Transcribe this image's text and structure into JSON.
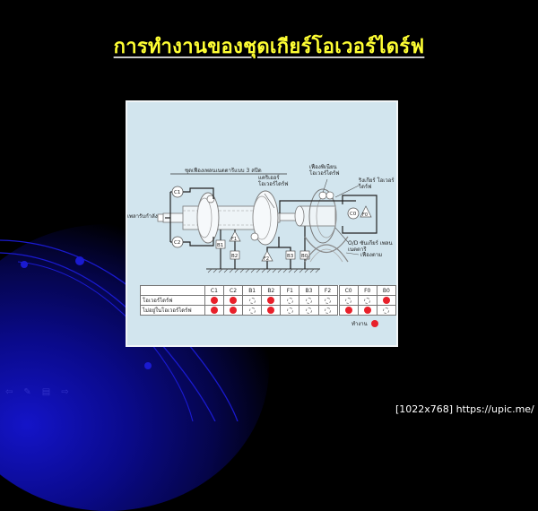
{
  "slide": {
    "title": "การทำงานของชุดเกียร์โอเวอร์ไดร์ฟ"
  },
  "diagram": {
    "labels": {
      "planetary_set": "ชุดเฟืองเพลนเนตตารีแบบ 3 สปีด",
      "input_shaft": "เพลารับกำลัง",
      "od_carrier": "แคริเออร์ โอเวอร์ไดร์ฟ",
      "od_pinion": "เฟืองพิเนียน โอเวอร์ไดร์ฟ",
      "od_ring_gear": "ริงเกียร์ โอเวอร์ไดร์ฟ",
      "od_sun_gear": "O/D ซันเกียร์ เพลนเนตตารี",
      "driven_gear": "เฟืองตาม"
    },
    "components": [
      "C1",
      "C2",
      "B1",
      "F1",
      "B2",
      "F2",
      "B3",
      "B0",
      "C0",
      "F0"
    ]
  },
  "table": {
    "columns": [
      "C1",
      "C2",
      "B1",
      "B2",
      "F1",
      "B3",
      "F2",
      "C0",
      "F0",
      "B0"
    ],
    "rows": [
      {
        "label": "โอเวอร์ไดร์ฟ",
        "cells": [
          1,
          1,
          0,
          1,
          0,
          0,
          0,
          0,
          0,
          1
        ]
      },
      {
        "label": "ไม่อยู่ในโอเวอร์ไดร์ฟ",
        "cells": [
          1,
          1,
          0,
          1,
          0,
          0,
          0,
          1,
          1,
          0
        ]
      }
    ],
    "legend": "ทำงาน",
    "active_color": "#e8202a"
  },
  "nav": {
    "icons": [
      "arrow-left-icon",
      "pen-icon",
      "menu-icon",
      "arrow-right-icon"
    ]
  },
  "watermark": "[1022x768] https://upic.me/"
}
